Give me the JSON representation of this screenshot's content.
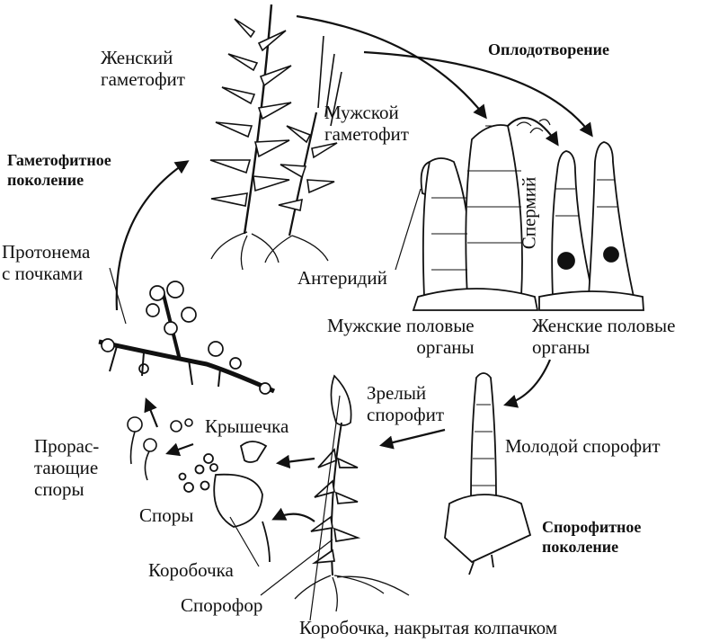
{
  "labels": {
    "female_gametophyte": "Женский\nгаметофит",
    "fertilization": "Оплодотворение",
    "male_gametophyte": "Мужской\nгаметофит",
    "gametophyte_generation": "Гаметофитное\nпоколение",
    "sperm": "Спермий",
    "protonema": "Протонема\nс почками",
    "antheridium": "Антеридий",
    "male_organs": "Мужские половые\nорганы",
    "female_organs": "Женские половые\nорганы",
    "mature_sporophyte": "Зрелый\nспорофит",
    "operculum": "Крышечка",
    "germinating_spores": "Прорас-\nтающие\nспоры",
    "young_sporophyte": "Молодой спорофит",
    "spores": "Споры",
    "sporophyte_generation": "Спорофитное\nпоколение",
    "capsule": "Коробочка",
    "sporophore": "Спорофор",
    "capsule_with_calyptra": "Коробочка, накрытая колпачком"
  },
  "colors": {
    "ink": "#111111",
    "background": "#ffffff"
  }
}
